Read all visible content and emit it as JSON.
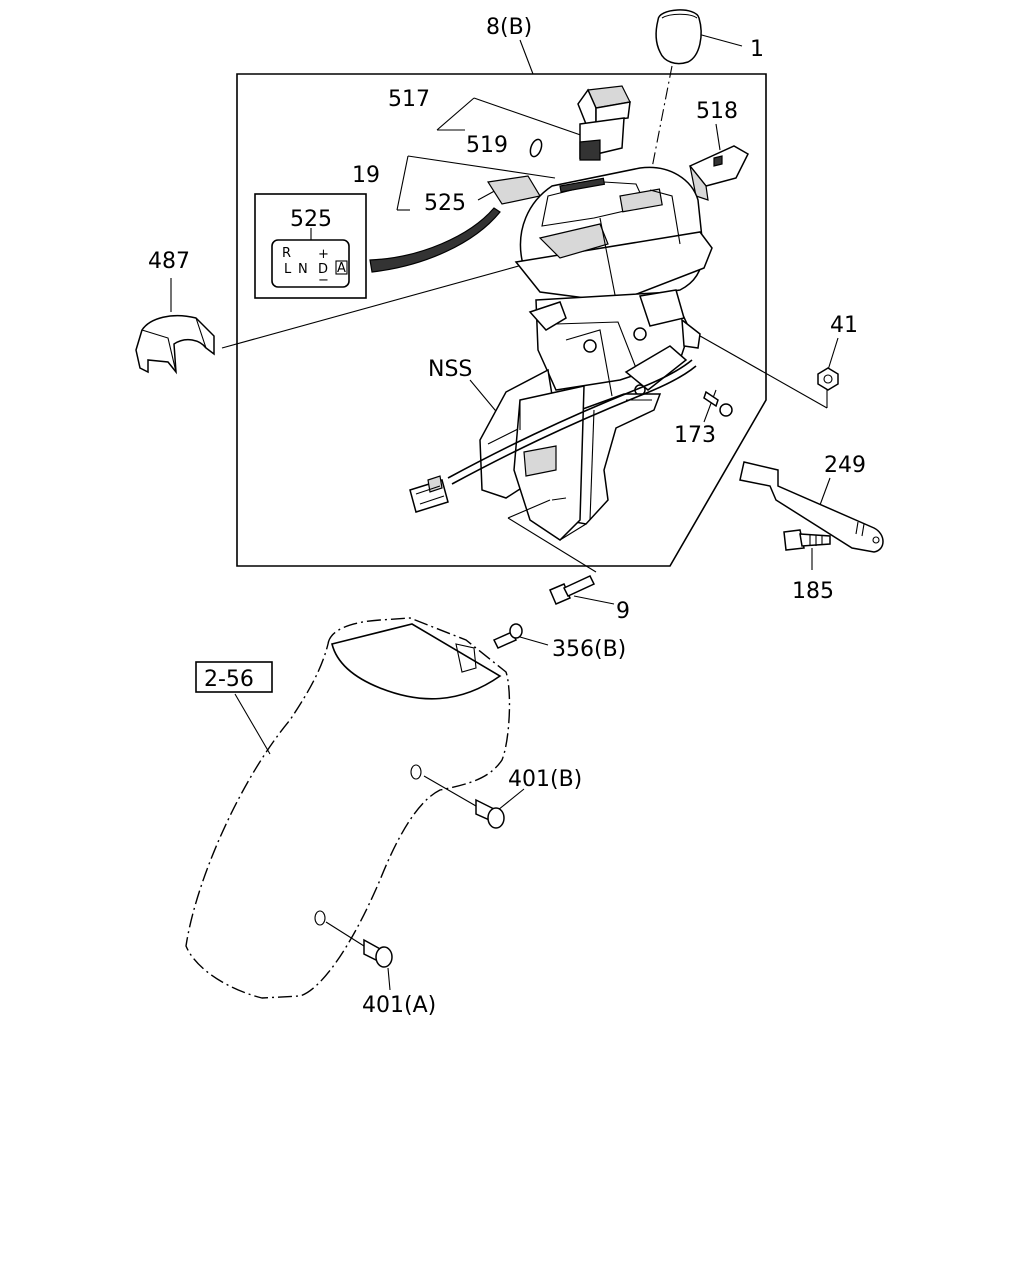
{
  "diagram": {
    "labels": {
      "p8b": "8(B)",
      "p1": "1",
      "p517": "517",
      "p519": "519",
      "p518": "518",
      "p19": "19",
      "p525": "525",
      "p525_inset": "525",
      "p487": "487",
      "p41": "41",
      "nss": "NSS",
      "p173": "173",
      "p249": "249",
      "p185": "185",
      "p9": "9",
      "p356b": "356(B)",
      "ref_256": "2-56",
      "p401b": "401(B)",
      "p401a": "401(A)"
    },
    "shift_pattern": {
      "r": "R",
      "l": "L",
      "n": "N",
      "d": "D",
      "plus": "+",
      "minus": "−",
      "a": "A"
    }
  }
}
